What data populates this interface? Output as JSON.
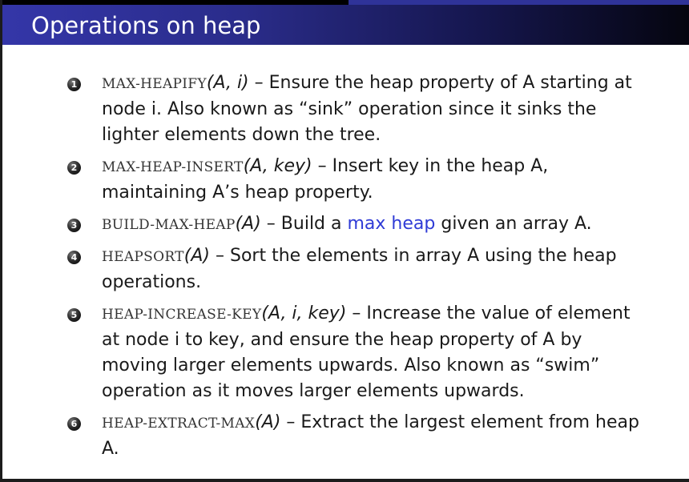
{
  "slide": {
    "title": "Operations on heap",
    "items": [
      {
        "num": "1",
        "fn": "MAX-HEAPIFY",
        "args": "(A, i)",
        "desc": " – Ensure the heap property of A starting at node i. Also known as “sink” operation since it sinks the lighter elements down the tree."
      },
      {
        "num": "2",
        "fn": "MAX-HEAP-INSERT",
        "args": "(A, key)",
        "desc": " – Insert key in the heap A, maintaining A’s heap property."
      },
      {
        "num": "3",
        "fn": "BUILD-MAX-HEAP",
        "args": "(A)",
        "desc_before": " – Build a ",
        "link": "max heap",
        "desc_after": " given an array A."
      },
      {
        "num": "4",
        "fn": "HEAPSORT",
        "args": "(A)",
        "desc": " – Sort the elements in array A using the heap operations."
      },
      {
        "num": "5",
        "fn": "HEAP-INCREASE-KEY",
        "args": "(A, i, key)",
        "desc": " – Increase the value of element at node i to key, and ensure the heap property of A by moving larger elements upwards. Also known as “swim” operation as it moves larger elements upwards."
      },
      {
        "num": "6",
        "fn": "HEAP-EXTRACT-MAX",
        "args": "(A)",
        "desc": " – Extract the largest element from heap A."
      }
    ]
  },
  "colors": {
    "title_bar": "#2a2c8a",
    "link": "#2f3bd6",
    "text": "#1a1a1a"
  }
}
